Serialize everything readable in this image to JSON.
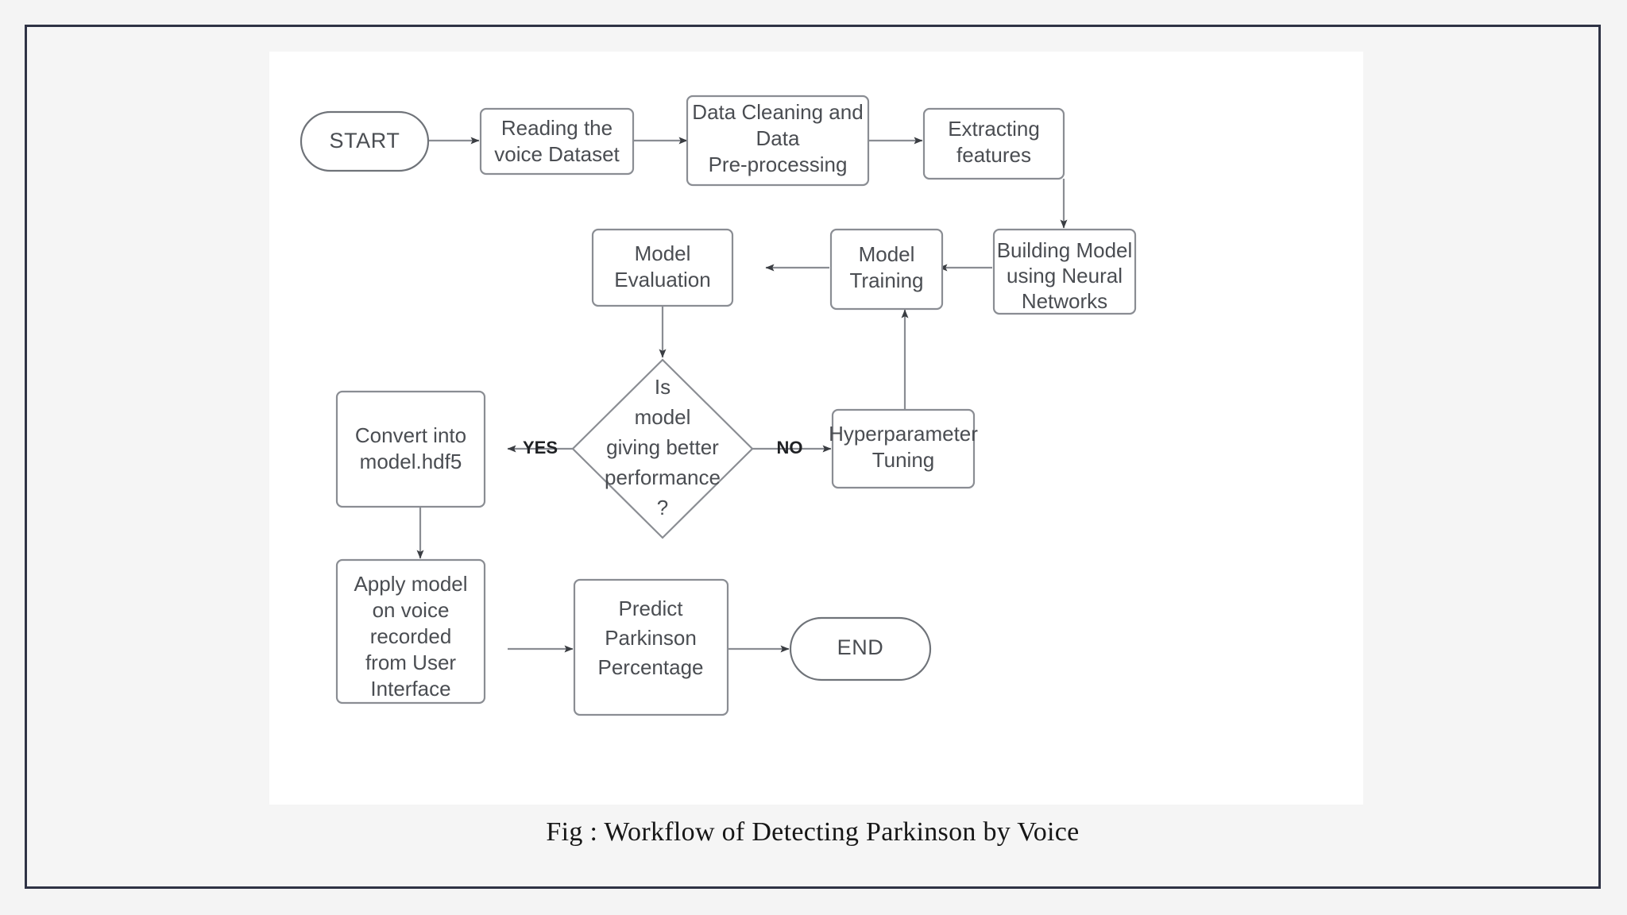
{
  "figure": {
    "caption": "Fig : Workflow of Detecting Parkinson by Voice"
  },
  "chart_data": {
    "type": "diagram",
    "title": "Fig : Workflow of Detecting Parkinson by Voice",
    "diagram_kind": "flowchart",
    "nodes": [
      {
        "id": "start",
        "shape": "terminator",
        "lines": [
          "START"
        ]
      },
      {
        "id": "reading",
        "shape": "process",
        "lines": [
          "Reading the",
          "voice Dataset"
        ]
      },
      {
        "id": "cleaning",
        "shape": "process",
        "lines": [
          "Data Cleaning and",
          "Data",
          "Pre-processing"
        ]
      },
      {
        "id": "extracting",
        "shape": "process",
        "lines": [
          "Extracting",
          "features"
        ]
      },
      {
        "id": "building",
        "shape": "process",
        "lines": [
          "Building Model",
          "using Neural",
          "Networks"
        ]
      },
      {
        "id": "training",
        "shape": "process",
        "lines": [
          "Model",
          "Training"
        ]
      },
      {
        "id": "evaluation",
        "shape": "process",
        "lines": [
          "Model",
          "Evaluation"
        ]
      },
      {
        "id": "decision",
        "shape": "decision",
        "lines": [
          "Is",
          "model",
          "giving better",
          "performance",
          "?"
        ]
      },
      {
        "id": "convert",
        "shape": "process",
        "lines": [
          "Convert into",
          "model.hdf5"
        ]
      },
      {
        "id": "tuning",
        "shape": "process",
        "lines": [
          "Hyperparameter",
          "Tuning"
        ]
      },
      {
        "id": "apply",
        "shape": "process",
        "lines": [
          "Apply model",
          "on voice",
          "recorded",
          "from User",
          "Interface"
        ]
      },
      {
        "id": "predict",
        "shape": "process",
        "lines": [
          "Predict",
          "Parkinson",
          "Percentage"
        ]
      },
      {
        "id": "end",
        "shape": "terminator",
        "lines": [
          "END"
        ]
      }
    ],
    "edges": [
      {
        "from": "start",
        "to": "reading",
        "label": ""
      },
      {
        "from": "reading",
        "to": "cleaning",
        "label": ""
      },
      {
        "from": "cleaning",
        "to": "extracting",
        "label": ""
      },
      {
        "from": "extracting",
        "to": "building",
        "label": ""
      },
      {
        "from": "building",
        "to": "training",
        "label": ""
      },
      {
        "from": "training",
        "to": "evaluation",
        "label": ""
      },
      {
        "from": "evaluation",
        "to": "decision",
        "label": ""
      },
      {
        "from": "decision",
        "to": "convert",
        "label": "YES"
      },
      {
        "from": "decision",
        "to": "tuning",
        "label": "NO"
      },
      {
        "from": "tuning",
        "to": "training",
        "label": ""
      },
      {
        "from": "convert",
        "to": "apply",
        "label": ""
      },
      {
        "from": "apply",
        "to": "predict",
        "label": ""
      },
      {
        "from": "predict",
        "to": "end",
        "label": ""
      }
    ],
    "labels": {
      "yes": "YES",
      "no": "NO"
    }
  },
  "nodes": {
    "start": {
      "l0": "START"
    },
    "reading": {
      "l0": "Reading the",
      "l1": "voice Dataset"
    },
    "cleaning": {
      "l0": "Data Cleaning and",
      "l1": "Data",
      "l2": "Pre-processing"
    },
    "extracting": {
      "l0": "Extracting",
      "l1": "features"
    },
    "building": {
      "l0": "Building Model",
      "l1": "using Neural",
      "l2": "Networks"
    },
    "training": {
      "l0": "Model",
      "l1": "Training"
    },
    "evaluation": {
      "l0": "Model",
      "l1": "Evaluation"
    },
    "decision": {
      "l0": "Is",
      "l1": "model",
      "l2": "giving better",
      "l3": "performance",
      "l4": "?"
    },
    "convert": {
      "l0": "Convert into",
      "l1": "model.hdf5"
    },
    "tuning": {
      "l0": "Hyperparameter",
      "l1": "Tuning"
    },
    "apply": {
      "l0": "Apply model",
      "l1": "on voice",
      "l2": "recorded",
      "l3": "from User",
      "l4": "Interface"
    },
    "predict": {
      "l0": "Predict",
      "l1": "Parkinson",
      "l2": "Percentage"
    },
    "end": {
      "l0": "END"
    }
  },
  "edge_labels": {
    "yes": "YES",
    "no": "NO"
  },
  "colors": {
    "page_border": "#2f3345",
    "page_background": "#f5f5f5",
    "panel_background": "#ffffff",
    "node_stroke": "#8a8d93",
    "node_text": "#4a4d52",
    "edge_stroke": "#8a8d93",
    "arrow_fill": "#3a3d42",
    "caption_text": "#161616"
  }
}
